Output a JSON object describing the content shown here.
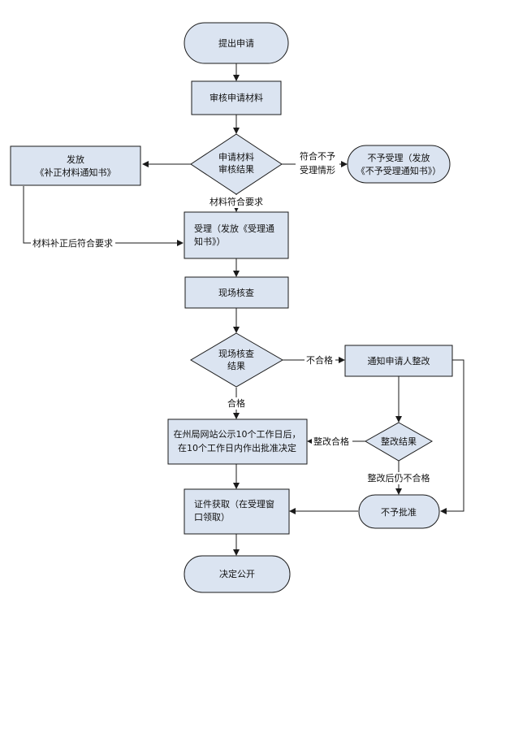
{
  "nodes": {
    "start": "提出申请",
    "review": "审核申请材料",
    "decision_material": [
      "申请材料",
      "审核结果"
    ],
    "supplement_notice": [
      "发放",
      "《补正材料通知书》"
    ],
    "reject_accept": [
      "不予受理（发放",
      "《不予受理通知书》）"
    ],
    "accept": [
      "受理（发放《受理通",
      "知书》）"
    ],
    "site_check": "现场核查",
    "decision_site": [
      "现场核查",
      "结果"
    ],
    "rectify_notice": "通知申请人整改",
    "rectify_result": "整改结果",
    "publicity": [
      "在州局网站公示10个工作日后，",
      "在10个工作日内作出批准决定"
    ],
    "not_approved": "不予批准",
    "certificate": [
      "证件获取（在受理窗",
      "口领取）"
    ],
    "publish": "决定公开"
  },
  "edge_labels": {
    "not_meet": [
      "符合不予",
      "受理情形"
    ],
    "meet": "材料符合要求",
    "after_supplement": "材料补正后符合要求",
    "unqualified": "不合格",
    "qualified": "合格",
    "rectify_ok": "整改合格",
    "rectify_fail": "整改后仍不合格"
  },
  "colors": {
    "node_fill": "#dbe4f1",
    "stroke": "#1a1a1a"
  }
}
